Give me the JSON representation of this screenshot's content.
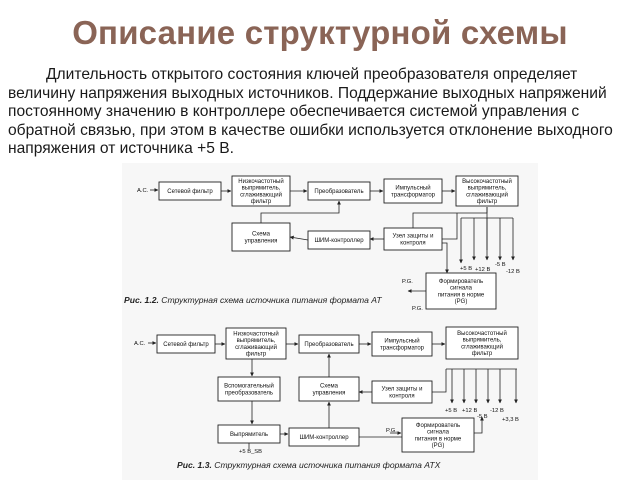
{
  "title": "Описание структурной схемы",
  "paragraph": "Длительность открытого состояния ключей преобразователя определяет величину напряжения выходных источников. Поддержание выходных напряжений постоянному значению в контроллере обеспечивается системой управления с обратной связью, при этом в качестве ошибки используется отклонение выходного напряжения от источника +5 В.",
  "fig1": {
    "caption_num": "Рис. 1.2.",
    "caption_text": " Структурная схема источника питания формата AT",
    "input": "A.C.",
    "boxes": {
      "filter": [
        "Сетевой фильтр"
      ],
      "lf_rect": [
        "Низкочастотный",
        "выпрямитель,",
        "сглаживающий",
        "фильтр"
      ],
      "converter": [
        "Преобразователь"
      ],
      "pulse_tr": [
        "Импульсный",
        "трансформатор"
      ],
      "hf_rect": [
        "Высокочастотный",
        "выпрямитель,",
        "сглаживающий",
        "фильтр"
      ],
      "control": [
        "Схема",
        "управления"
      ],
      "pwm": [
        "ШИМ-контроллер"
      ],
      "protect": [
        "Узел защиты и",
        "контроля"
      ],
      "pg_former": [
        "Формирователь",
        "сигнала",
        "питания в норме",
        "(PG)"
      ]
    },
    "outputs": [
      "+5 В",
      "+12 В",
      "-5 В",
      "-12 В"
    ],
    "pg_labels": [
      "P.G.",
      "P.G."
    ]
  },
  "fig2": {
    "caption_num": "Рис. 1.3.",
    "caption_text": " Структурная схема источника питания формата ATX",
    "input": "A.C.",
    "boxes": {
      "filter": [
        "Сетевой фильтр"
      ],
      "lf_rect": [
        "Низкочастотный",
        "выпрямитель,",
        "сглаживающий",
        "фильтр"
      ],
      "converter": [
        "Преобразователь"
      ],
      "pulse_tr": [
        "Импульсный",
        "трансформатор"
      ],
      "hf_rect": [
        "Высокочастотный",
        "выпрямитель,",
        "сглаживающий",
        "фильтр"
      ],
      "aux_conv": [
        "Вспомогательный",
        "преобразователь"
      ],
      "control": [
        "Схема",
        "управления"
      ],
      "protect": [
        "Узел защиты и",
        "контроля"
      ],
      "rectifier": [
        "Выпрямитель"
      ],
      "pwm": [
        "ШИМ-контроллер"
      ],
      "pg_former": [
        "Формирователь",
        "сигнала",
        "питания в норме",
        "(PG)"
      ]
    },
    "outputs": [
      "+5 В",
      "+12 В",
      "-5 В",
      "-12 В",
      "+3,3 В"
    ],
    "standby": "+5 В_SB",
    "pg_label": "P.G."
  }
}
